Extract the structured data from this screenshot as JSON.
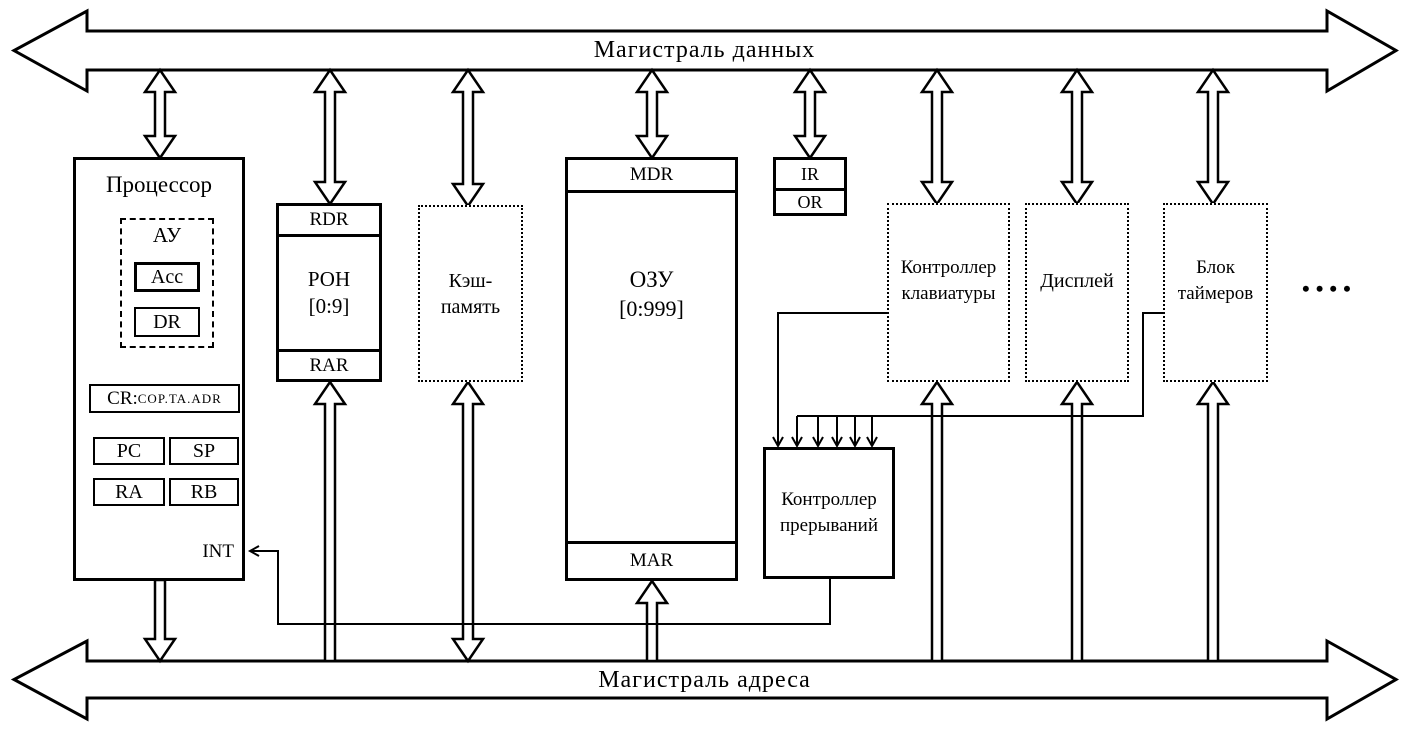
{
  "buses": {
    "data": "Магистраль данных",
    "address": "Магистраль адреса"
  },
  "processor": {
    "title": "Процессор",
    "alu_label": "АУ",
    "acc": "Acc",
    "dr": "DR",
    "cr_prefix": "CR:",
    "cr_fields": "COP.TA.ADR",
    "pc": "PC",
    "sp": "SP",
    "ra": "RA",
    "rb": "RB",
    "int_label": "INT"
  },
  "ron": {
    "rdr": "RDR",
    "name": "РОН",
    "range": "[0:9]",
    "rar": "RAR"
  },
  "cache": {
    "line1": "Кэш-",
    "line2": "память"
  },
  "ozu": {
    "mdr": "MDR",
    "name": "ОЗУ",
    "range": "[0:999]",
    "mar": "MAR"
  },
  "ir_or": {
    "ir": "IR",
    "or": "OR"
  },
  "keyboard": {
    "line1": "Контроллер",
    "line2": "клавиатуры"
  },
  "display": {
    "label": "Дисплей"
  },
  "timers": {
    "line1": "Блок",
    "line2": "таймеров"
  },
  "irq_controller": {
    "line1": "Контроллер",
    "line2": "прерываний"
  },
  "ellipsis": "••••",
  "connections": [
    {
      "from": "data-bus",
      "to": "processor",
      "type": "bidirectional"
    },
    {
      "from": "data-bus",
      "to": "ron-rdr",
      "type": "bidirectional"
    },
    {
      "from": "data-bus",
      "to": "cache",
      "type": "bidirectional"
    },
    {
      "from": "data-bus",
      "to": "ozu-mdr",
      "type": "bidirectional"
    },
    {
      "from": "data-bus",
      "to": "ir-or",
      "type": "bidirectional"
    },
    {
      "from": "data-bus",
      "to": "keyboard-controller",
      "type": "bidirectional"
    },
    {
      "from": "data-bus",
      "to": "display",
      "type": "bidirectional"
    },
    {
      "from": "data-bus",
      "to": "timers",
      "type": "bidirectional"
    },
    {
      "from": "cache",
      "to": "address-bus",
      "type": "bidirectional"
    },
    {
      "from": "processor",
      "to": "address-bus",
      "type": "one-way"
    },
    {
      "from": "address-bus",
      "to": "ron-rar",
      "type": "one-way"
    },
    {
      "from": "address-bus",
      "to": "ozu-mar",
      "type": "one-way"
    },
    {
      "from": "address-bus",
      "to": "keyboard-controller",
      "type": "one-way"
    },
    {
      "from": "address-bus",
      "to": "display",
      "type": "one-way"
    },
    {
      "from": "address-bus",
      "to": "timers",
      "type": "one-way"
    },
    {
      "from": "keyboard-controller",
      "to": "interrupt-controller",
      "type": "one-way"
    },
    {
      "from": "timers",
      "to": "interrupt-controller",
      "type": "one-way"
    },
    {
      "from": "interrupt-controller",
      "to": "processor-int",
      "type": "one-way"
    }
  ]
}
